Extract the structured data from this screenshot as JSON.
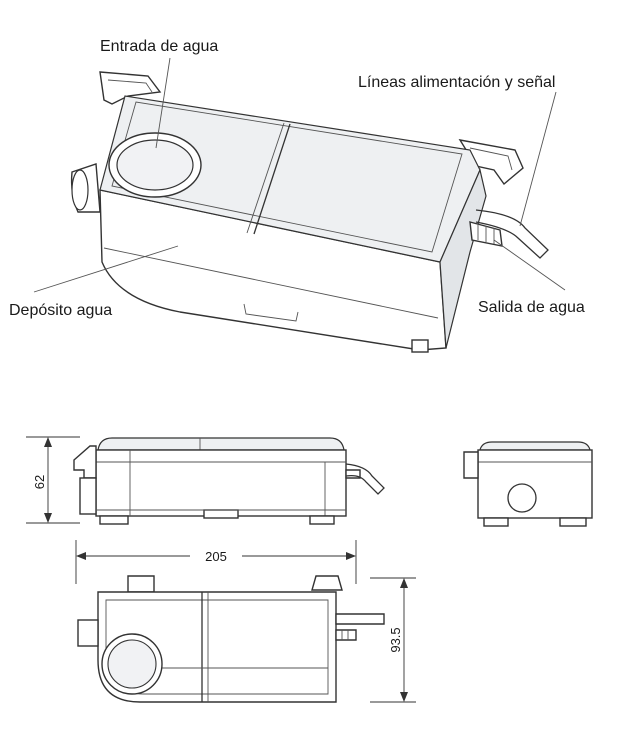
{
  "labels": {
    "water_inlet": "Entrada de agua",
    "power_signal_lines": "Líneas alimentación y señal",
    "water_tank": "Depósito agua",
    "water_outlet": "Salida de agua"
  },
  "dimensions": {
    "height": "62",
    "width": "205",
    "depth": "93.5"
  }
}
